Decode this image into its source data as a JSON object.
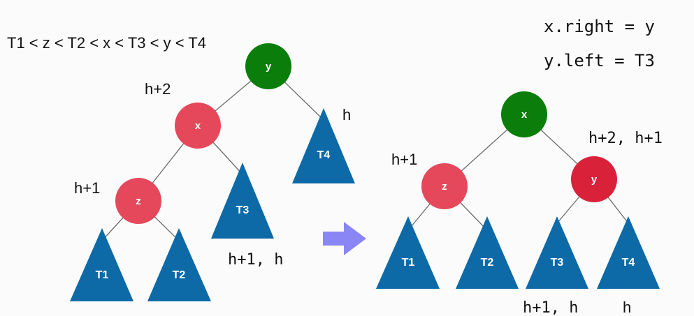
{
  "ordering": "T1 < z < T2 < x < T3 < y < T4",
  "code": {
    "line1": "x.right = y",
    "line2": "y.left = T3"
  },
  "colors": {
    "green": "#0a7d0a",
    "red": "#e4485a",
    "red_dark": "#d9213a",
    "blue": "#0d6aa6",
    "arrow": "#8b86f5"
  },
  "before": {
    "nodes": {
      "y": "y",
      "x": "x",
      "z": "z"
    },
    "subtrees": {
      "t1": "T1",
      "t2": "T2",
      "t3": "T3",
      "t4": "T4"
    },
    "heights": {
      "x": "h+2",
      "z": "h+1",
      "t4": "h",
      "t3": "h+1, h"
    }
  },
  "after": {
    "nodes": {
      "x": "x",
      "z": "z",
      "y": "y"
    },
    "subtrees": {
      "t1": "T1",
      "t2": "T2",
      "t3": "T3",
      "t4": "T4"
    },
    "heights": {
      "z": "h+1",
      "y": "h+2, h+1",
      "t3": "h+1, h",
      "t4": "h"
    }
  },
  "arrow_icon": "right-arrow-icon"
}
